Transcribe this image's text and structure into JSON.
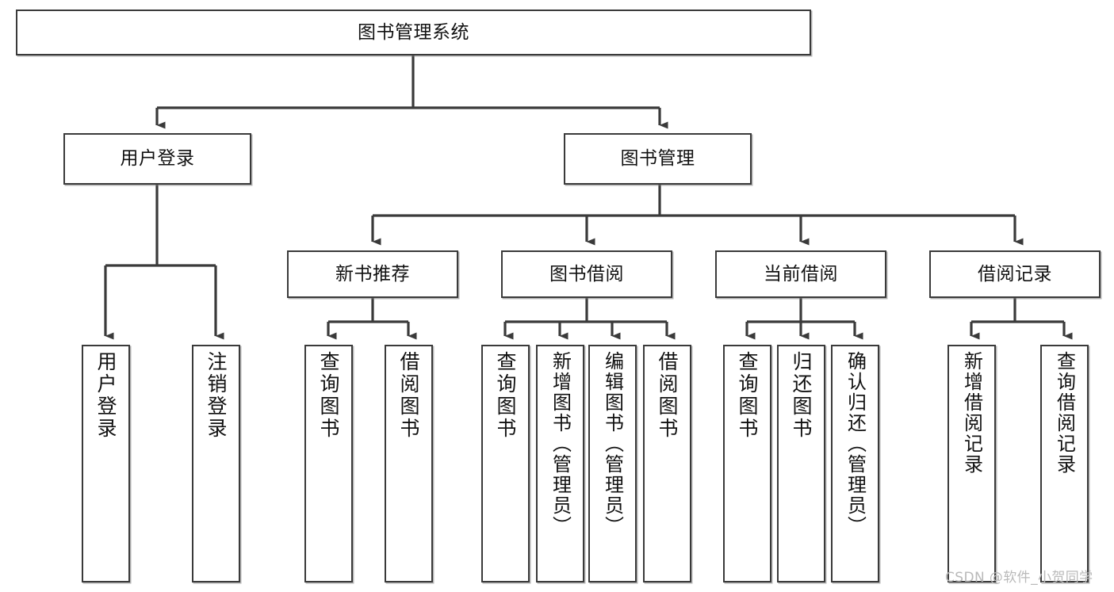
{
  "diagram": {
    "title": "图书管理系统",
    "type": "tree",
    "root": {
      "id": "root",
      "label": "图书管理系统"
    },
    "levels": [
      {
        "level": 1,
        "nodes": [
          {
            "id": "root",
            "label": "图书管理系统"
          }
        ]
      },
      {
        "level": 2,
        "nodes": [
          {
            "id": "login",
            "label": "用户登录",
            "parent": "root"
          },
          {
            "id": "bookmgmt",
            "label": "图书管理",
            "parent": "root"
          }
        ]
      },
      {
        "level": 3,
        "nodes": [
          {
            "id": "newbook",
            "label": "新书推荐",
            "parent": "bookmgmt"
          },
          {
            "id": "borrow",
            "label": "图书借阅",
            "parent": "bookmgmt"
          },
          {
            "id": "current",
            "label": "当前借阅",
            "parent": "bookmgmt"
          },
          {
            "id": "records",
            "label": "借阅记录",
            "parent": "bookmgmt"
          }
        ]
      },
      {
        "level": 4,
        "nodes": [
          {
            "id": "leaf1",
            "label": "用户登录",
            "parent": "login"
          },
          {
            "id": "leaf2",
            "label": "注销登录",
            "parent": "login"
          },
          {
            "id": "leaf3",
            "label": "查询图书",
            "parent": "newbook"
          },
          {
            "id": "leaf4",
            "label": "借阅图书",
            "parent": "newbook"
          },
          {
            "id": "leaf5",
            "label": "查询图书",
            "parent": "borrow"
          },
          {
            "id": "leaf6",
            "label": "新增图书（管理员）",
            "parent": "borrow"
          },
          {
            "id": "leaf7",
            "label": "编辑图书（管理员）",
            "parent": "borrow"
          },
          {
            "id": "leaf8",
            "label": "借阅图书",
            "parent": "borrow"
          },
          {
            "id": "leaf9",
            "label": "查询图书",
            "parent": "current"
          },
          {
            "id": "leaf10",
            "label": "归还图书",
            "parent": "current"
          },
          {
            "id": "leaf11",
            "label": "确认归还（管理员）",
            "parent": "current"
          },
          {
            "id": "leaf12",
            "label": "新增借阅记录",
            "parent": "records"
          },
          {
            "id": "leaf13",
            "label": "查询借阅记录",
            "parent": "records"
          }
        ]
      }
    ]
  },
  "watermark": {
    "text": "CSDN @软件_小贺同学"
  },
  "colors": {
    "stroke": "#3a3a3a",
    "fill": "#ffffff",
    "text": "#111111",
    "watermark": "#b9b9b9"
  }
}
